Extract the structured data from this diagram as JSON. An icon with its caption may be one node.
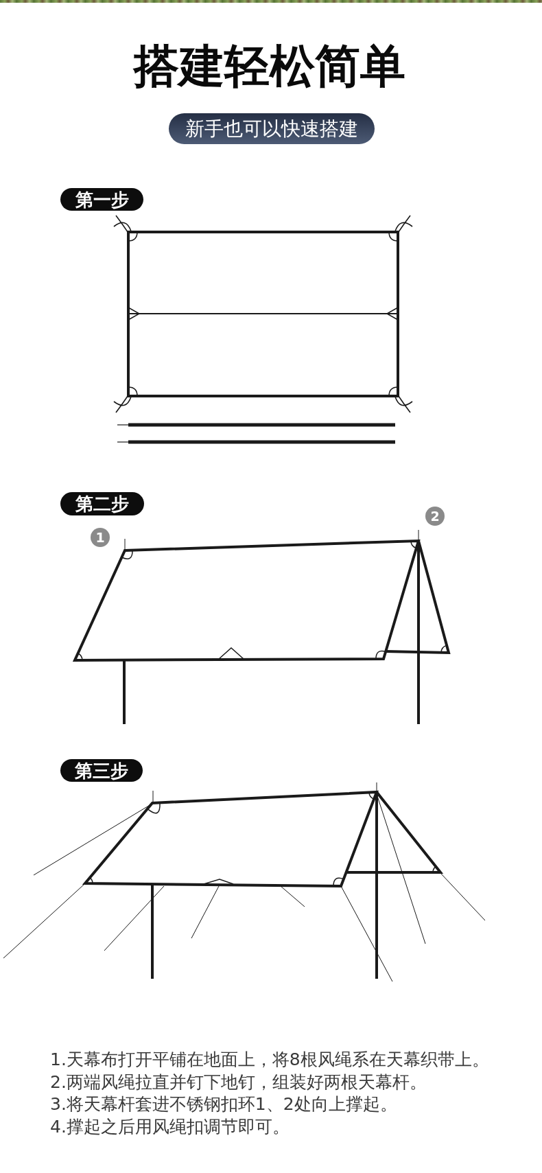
{
  "diagram": {
    "title": "搭建轻松简单",
    "nodes": [
      {
        "text": [
          "新手也可以快速搭建"
        ]
      },
      {
        "text": [
          "第一步"
        ]
      },
      {
        "text": [
          "第二步"
        ]
      },
      {
        "text": [
          "1"
        ]
      },
      {
        "text": [
          "2"
        ]
      },
      {
        "text": [
          "第三步"
        ]
      }
    ],
    "labels": [
      "1.天幕布打开平铺在地面上，将8根风绳系在天幕织带上。",
      "2.两端风绳拉直并钉下地钉，组装好两根天幕杆。",
      "3.将天幕杆套进不锈钢扣环1、2处向上撑起。",
      "4.撑起之后用风绳扣调节即可。"
    ]
  }
}
